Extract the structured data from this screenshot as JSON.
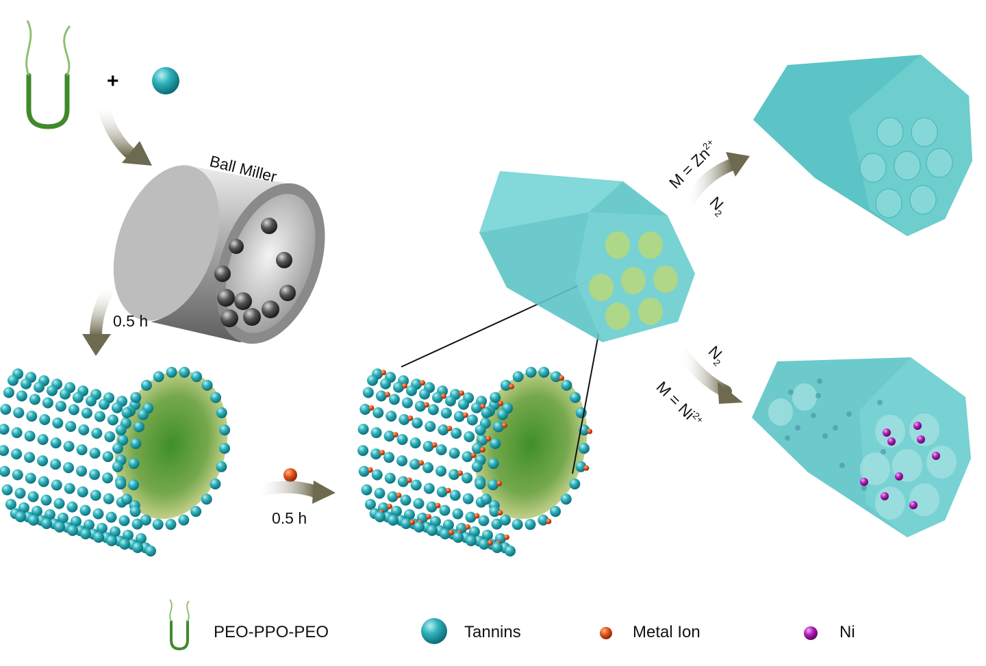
{
  "labels": {
    "plus": "+",
    "ball_miller": "Ball Miller",
    "time_1": "0.5 h",
    "time_2": "0.5 h",
    "zn_branch_prefix": "M = Zn",
    "zn_charge": "2+",
    "n2_top": "N",
    "n2_top_sub": "2",
    "n2_bottom": "N",
    "n2_bottom_sub": "2",
    "ni_branch_prefix": "M = Ni",
    "ni_charge": "2+"
  },
  "legend": {
    "items": [
      {
        "icon": "polymer-u-icon",
        "label": "PEO-PPO-PEO"
      },
      {
        "icon": "teal-sphere-icon",
        "label": "Tannins"
      },
      {
        "icon": "orange-sphere-icon",
        "label": "Metal Ion"
      },
      {
        "icon": "purple-sphere-icon",
        "label": "Ni"
      }
    ]
  },
  "colors": {
    "tannin": "#2aa9b4",
    "metal_ion": "#e3521c",
    "ni": "#b01cb8",
    "polymer": "#4f9a3a",
    "hex_body": "#5cc4c6",
    "arrow": "#6d6a4f"
  }
}
